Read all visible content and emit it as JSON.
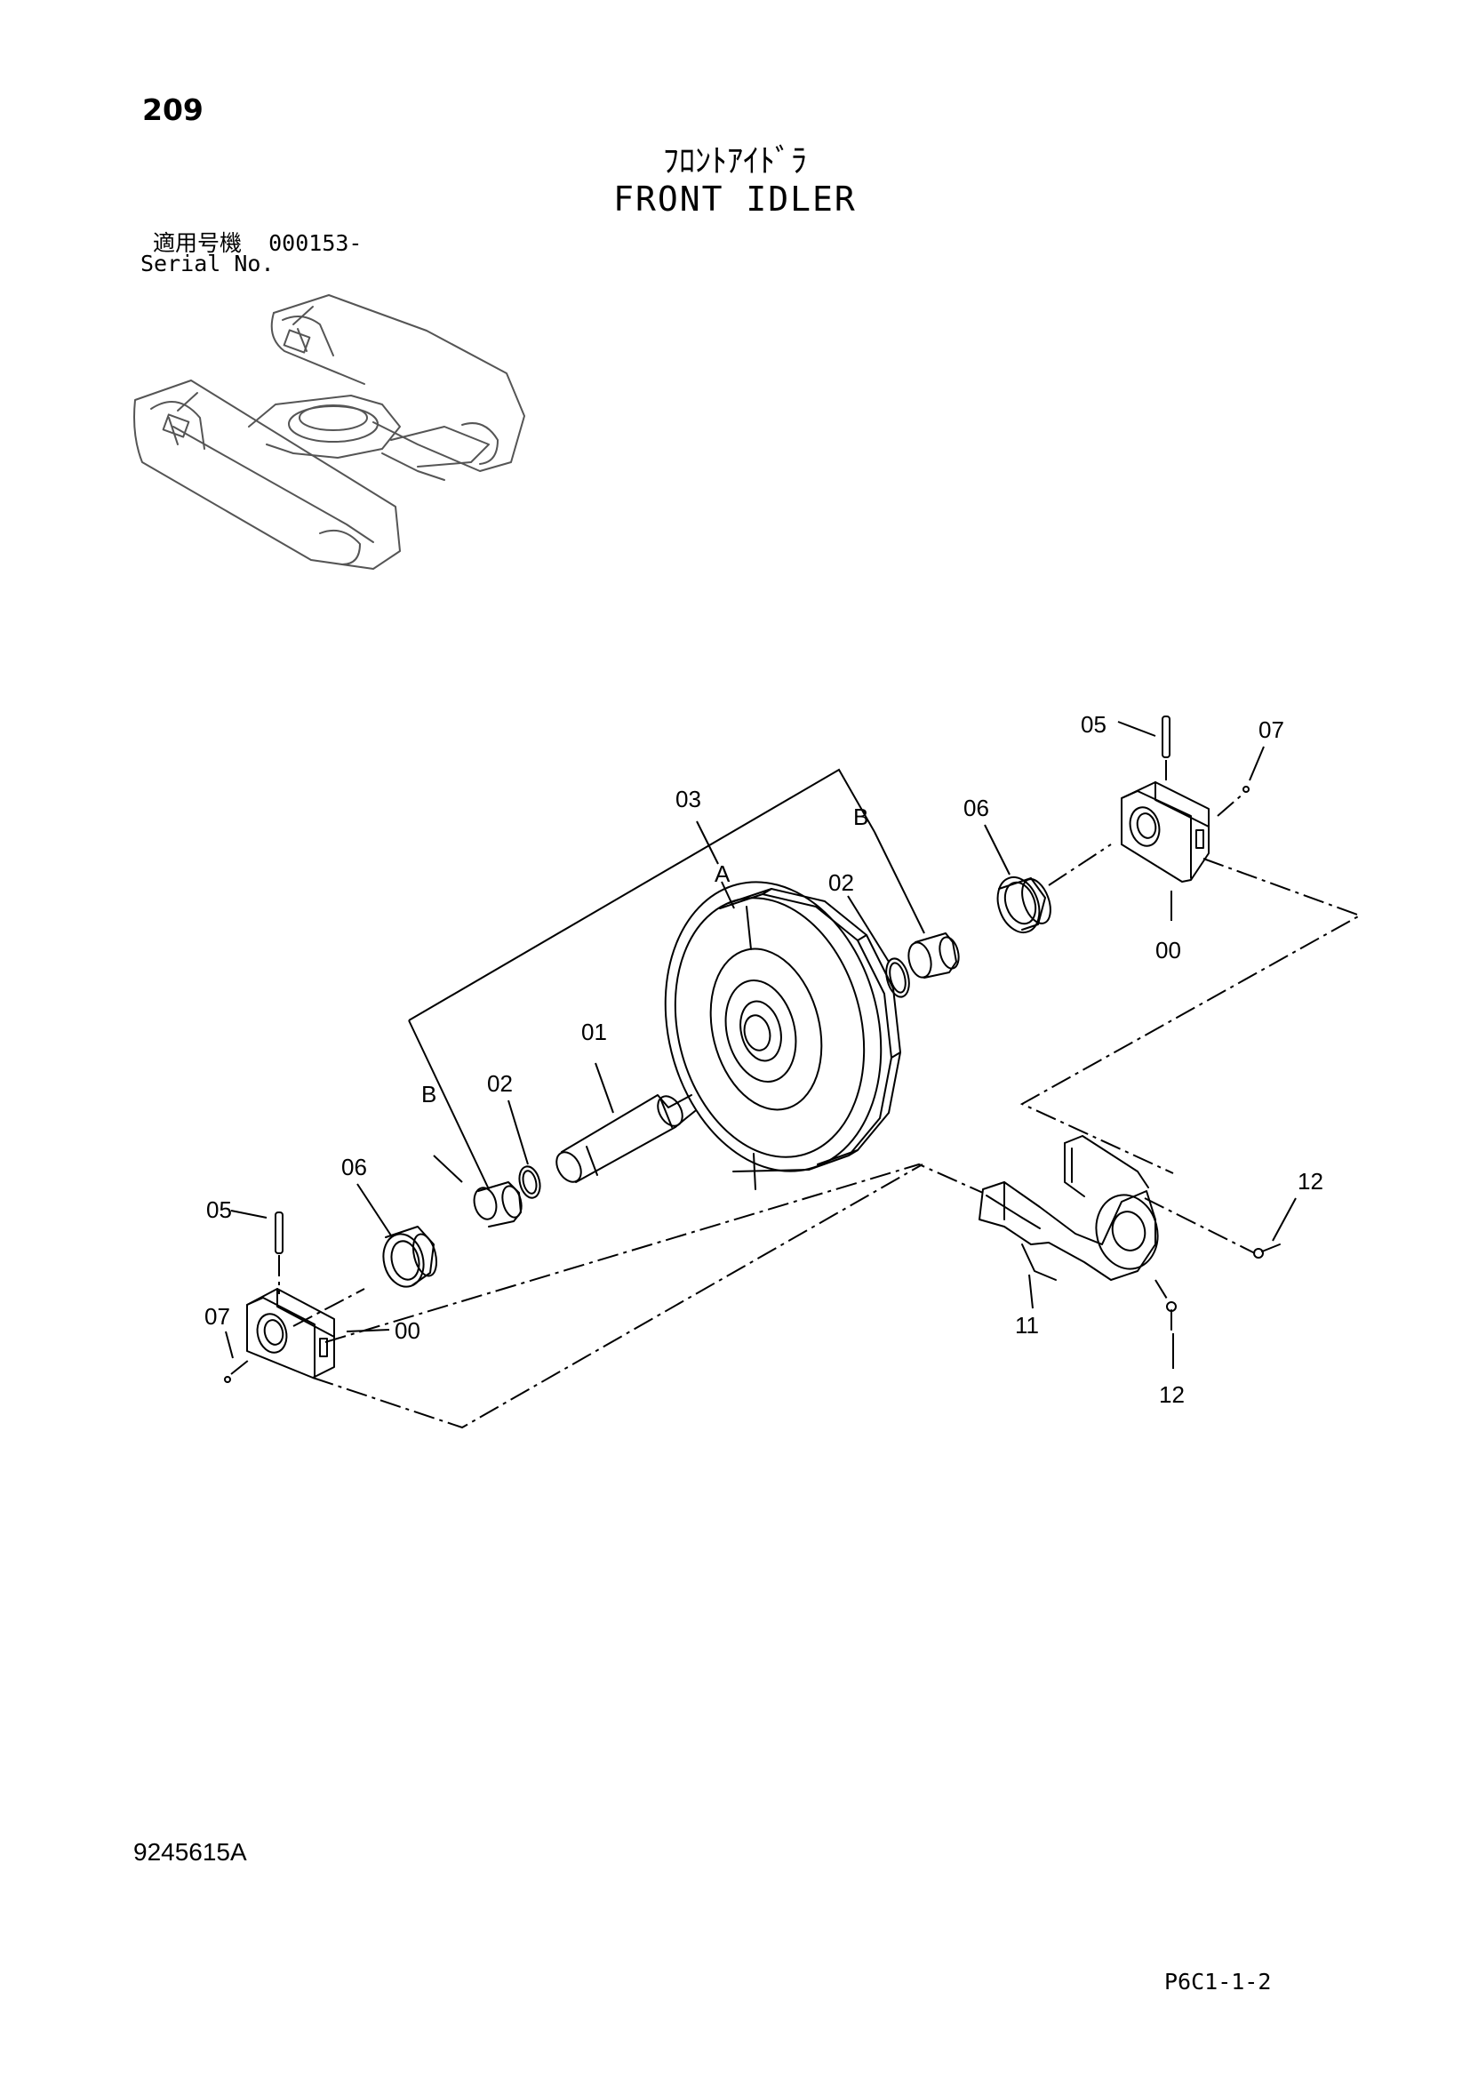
{
  "header": {
    "page_number": "209",
    "title_jp": "ﾌﾛﾝﾄｱｲﾄﾞﾗ",
    "title_en": "FRONT IDLER",
    "serial_label_jp": "適用号機",
    "serial_value": "000153-",
    "serial_label_en": "Serial No."
  },
  "callouts": {
    "c03": "03",
    "cA": "A",
    "cB_right": "B",
    "cB_left": "B",
    "c02_right": "02",
    "c02_left": "02",
    "c06_right": "06",
    "c06_left": "06",
    "c05_right": "05",
    "c05_left": "05",
    "c07_right": "07",
    "c07_left": "07",
    "c00_right": "00",
    "c00_left": "00",
    "c01": "01",
    "c11": "11",
    "c12_upper": "12",
    "c12_lower": "12"
  },
  "footer": {
    "drawing_number": "9245615A",
    "sheet_code": "P6C1-1-2"
  }
}
